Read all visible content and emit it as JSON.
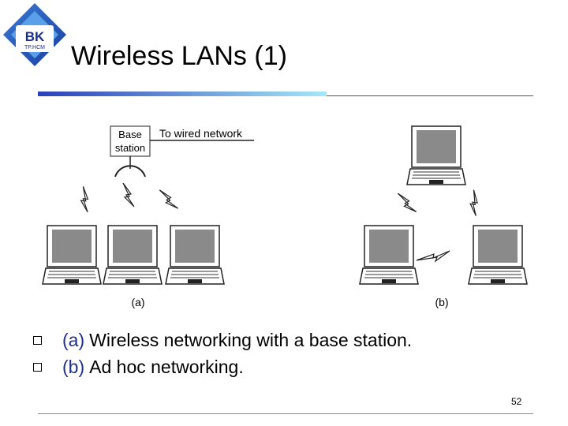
{
  "logo": {
    "text": "BK",
    "subtext": "TP.HCM"
  },
  "title": "Wireless LANs (1)",
  "figure": {
    "base_label_line1": "Base",
    "base_label_line2": "station",
    "wired_label": "To wired network",
    "caption_a": "(a)",
    "caption_b": "(b)"
  },
  "bullets": [
    {
      "tag": "(a)",
      "text": "Wireless networking with a base station."
    },
    {
      "tag": "(b)",
      "text": "Ad hoc networking."
    }
  ],
  "page_number": "52",
  "colors": {
    "title_rule_left": "#2c3fb8",
    "title_rule_right": "#a5e8f5",
    "tag_color": "#1f2f8f"
  }
}
